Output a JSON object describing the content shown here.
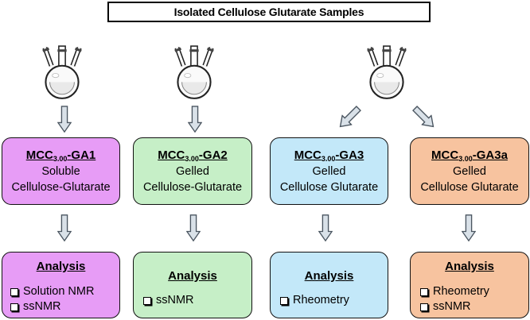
{
  "title": "Isolated Cellulose Glutarate Samples",
  "colors": {
    "purple": "#e79cf6",
    "green": "#c6efc7",
    "blue": "#c3e8f9",
    "orange": "#f7c39f"
  },
  "samples": [
    {
      "name_prefix": "MCC",
      "name_sub": "3.00",
      "name_suffix": "-GA1",
      "line1": "Soluble",
      "line2": "Cellulose-Glutarate"
    },
    {
      "name_prefix": "MCC",
      "name_sub": "3.00",
      "name_suffix": "-GA2",
      "line1": "Gelled",
      "line2": "Cellulose-Glutarate"
    },
    {
      "name_prefix": "MCC",
      "name_sub": "3.00",
      "name_suffix": "-GA3",
      "line1": "Gelled",
      "line2": "Cellulose Glutarate"
    },
    {
      "name_prefix": "MCC",
      "name_sub": "3.00",
      "name_suffix": "-GA3a",
      "line1": "Gelled",
      "line2": "Cellulose Glutarate"
    }
  ],
  "analyses": [
    {
      "title": "Analysis",
      "items": [
        "Solution NMR",
        "ssNMR"
      ]
    },
    {
      "title": "Analysis",
      "items": [
        "ssNMR"
      ]
    },
    {
      "title": "Analysis",
      "items": [
        "Rheometry"
      ]
    },
    {
      "title": "Analysis",
      "items": [
        "Rheometry",
        "ssNMR"
      ]
    }
  ]
}
